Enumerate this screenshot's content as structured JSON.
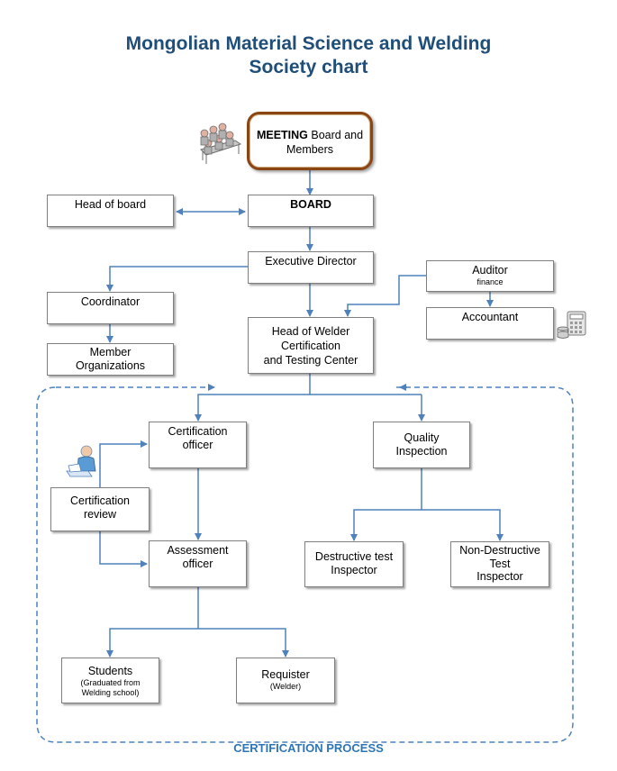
{
  "title_line1": "Mongolian Material Science and Welding",
  "title_line2": "Society chart",
  "meeting": {
    "title": "MEETING",
    "subtitle": "Board and Members"
  },
  "head_of_board": "Head of board",
  "board": "BOARD",
  "executive_director": "Executive Director",
  "auditor": {
    "title": "Auditor",
    "subtitle": "finance"
  },
  "accountant": "Accountant",
  "coordinator": "Coordinator",
  "member_organizations": {
    "line1": "Member",
    "line2": "Organizations"
  },
  "head_welder": {
    "line1": "Head of Welder",
    "line2": "Certification",
    "line3": "and Testing Center"
  },
  "certification_officer": {
    "line1": "Certification",
    "line2": "officer"
  },
  "quality_inspection": {
    "line1": "Quality",
    "line2": "Inspection"
  },
  "certification_review": {
    "line1": "Certification",
    "line2": "review"
  },
  "assessment_officer": {
    "line1": "Assessment",
    "line2": "officer"
  },
  "destructive_inspector": {
    "line1": "Destructive test",
    "line2": "Inspector"
  },
  "ndt_inspector": {
    "line1": "Non-Destructive",
    "line2": "Test",
    "line3": "Inspector"
  },
  "students": {
    "title": "Students",
    "sub1": "(Graduated from",
    "sub2": "Welding school)"
  },
  "requister": {
    "title": "Requister",
    "subtitle": "(Welder)"
  },
  "footer": "CERTIFICATION PROCESS",
  "colors": {
    "title": "#1f4e79",
    "connector": "#4f81bd",
    "meeting_border": "#8b4513",
    "footer": "#2e75b6"
  },
  "icons": [
    "meeting-people-icon",
    "calculator-icon",
    "person-computer-icon"
  ]
}
